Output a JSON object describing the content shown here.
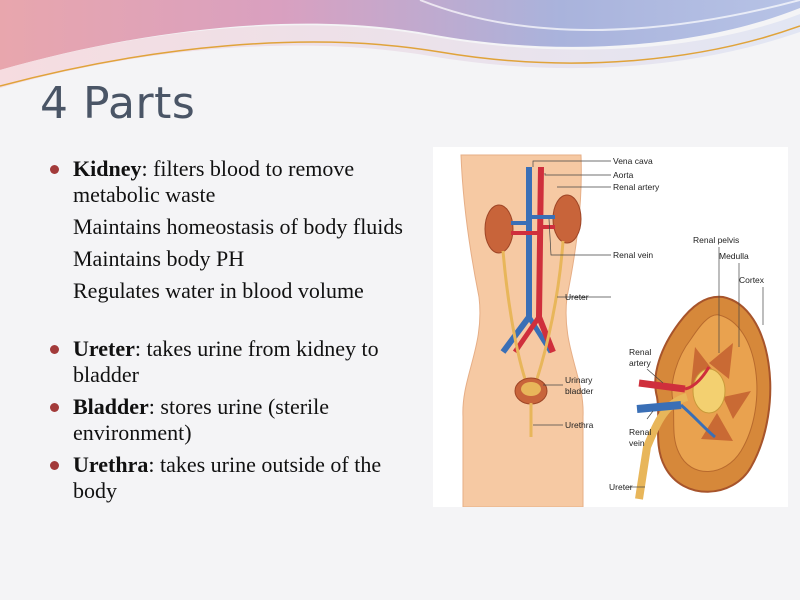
{
  "title": "4 Parts",
  "bullets": {
    "kidney": {
      "term": "Kidney",
      "text": ": filters blood to remove metabolic waste",
      "subs": [
        "Maintains homeostasis of body fluids",
        "Maintains body PH",
        "Regulates water  in blood volume"
      ]
    },
    "ureter": {
      "term": "Ureter",
      "text": ": takes urine from kidney to bladder"
    },
    "bladder": {
      "term": "Bladder",
      "text": ": stores urine (sterile environment)"
    },
    "urethra": {
      "term": "Urethra",
      "text": ": takes urine outside of the body"
    }
  },
  "figure_labels": {
    "vena_cava": "Vena cava",
    "aorta": "Aorta",
    "renal_artery": "Renal artery",
    "renal_vein": "Renal vein",
    "ureter": "Ureter",
    "urinary_bladder_1": "Urinary",
    "urinary_bladder_2": "bladder",
    "urethra": "Urethra",
    "renal_pelvis": "Renal pelvis",
    "medulla": "Medulla",
    "cortex": "Cortex",
    "detail_renal_artery_1": "Renal",
    "detail_renal_artery_2": "artery",
    "detail_renal_vein_1": "Renal",
    "detail_renal_vein_2": "vein",
    "detail_ureter": "Ureter"
  }
}
